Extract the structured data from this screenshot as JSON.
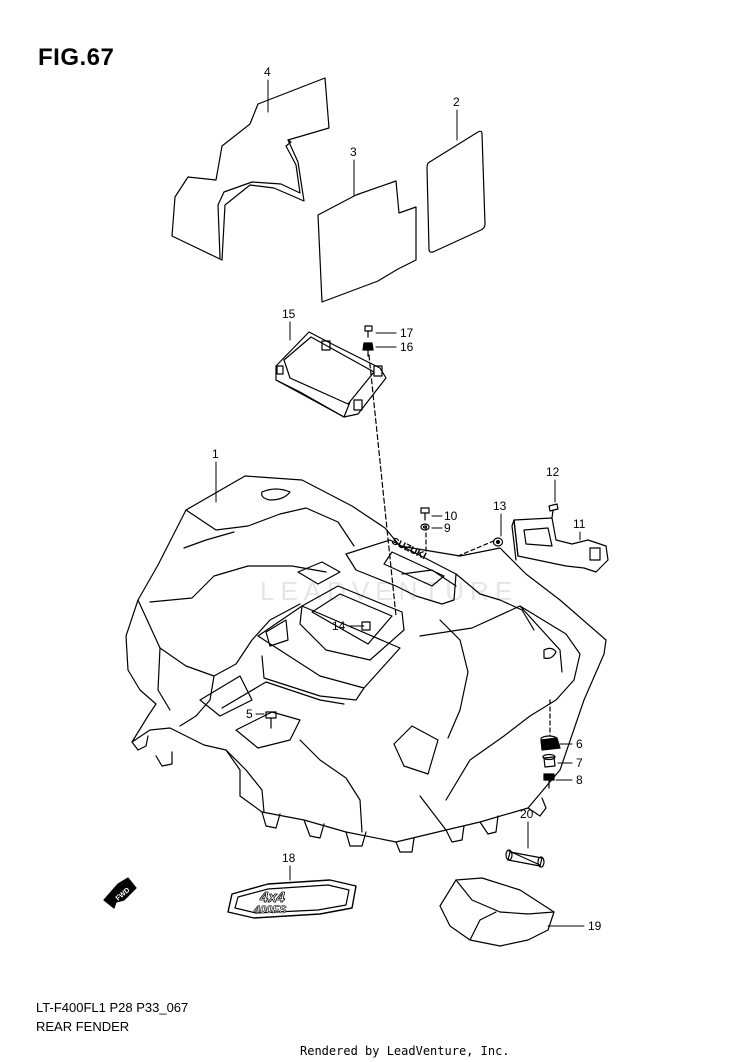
{
  "figure": {
    "title": "FIG.67",
    "model_code": "LT-F400FL1 P28 P33_067",
    "name": "REAR FENDER",
    "credit": "Rendered by LeadVenture, Inc."
  },
  "callouts": [
    {
      "num": "1"
    },
    {
      "num": "2"
    },
    {
      "num": "3"
    },
    {
      "num": "4"
    },
    {
      "num": "5"
    },
    {
      "num": "6"
    },
    {
      "num": "7"
    },
    {
      "num": "8"
    },
    {
      "num": "9"
    },
    {
      "num": "10"
    },
    {
      "num": "11"
    },
    {
      "num": "12"
    },
    {
      "num": "13"
    },
    {
      "num": "14"
    },
    {
      "num": "15"
    },
    {
      "num": "16"
    },
    {
      "num": "17"
    },
    {
      "num": "18"
    },
    {
      "num": "19"
    },
    {
      "num": "20"
    }
  ],
  "decals": {
    "fender_brand": "SUZUKI",
    "emblem_top": "4x4",
    "emblem_bottom": "400FS",
    "fwd_arrow": "FWD"
  },
  "watermark": "LEADVENTURE"
}
